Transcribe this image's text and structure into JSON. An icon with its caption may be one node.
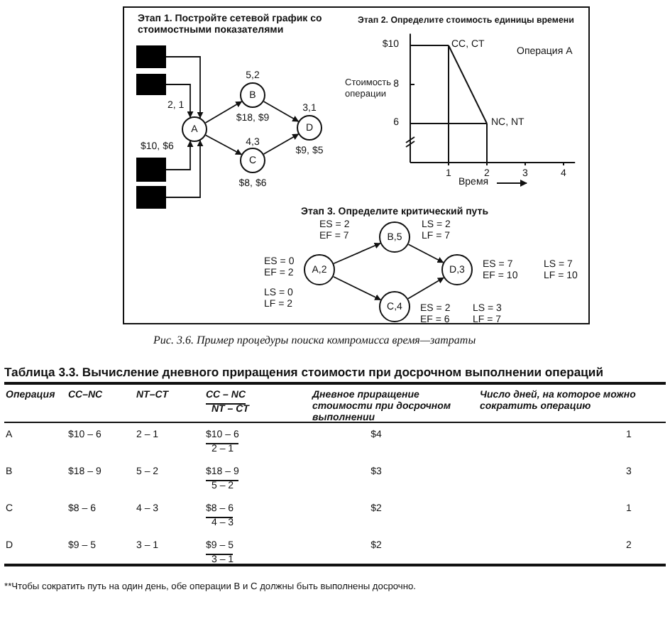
{
  "diagram": {
    "caption": "Рис. 3.6. Пример процедуры поиска компромисса время—затраты",
    "nodes": [
      {
        "text": [],
        "shape": "box"
      },
      {
        "text": [],
        "shape": "box"
      },
      {
        "text": [],
        "shape": "box"
      },
      {
        "text": [],
        "shape": "box"
      },
      {
        "text": [
          "A"
        ],
        "beside": [
          "2, 1",
          "$10, $6"
        ]
      },
      {
        "text": [
          "B"
        ],
        "beside": [
          "5,2",
          "$18, $9"
        ]
      },
      {
        "text": [
          "C"
        ],
        "beside": [
          "4,3",
          "$8, $6"
        ]
      },
      {
        "text": [
          "D"
        ],
        "beside": [
          "3,1",
          "$9, $5"
        ]
      },
      {
        "text": [
          "A,2"
        ],
        "beside": [
          "ES = 0",
          "EF = 2",
          "LS = 0",
          "LF = 2"
        ]
      },
      {
        "text": [
          "B,5"
        ],
        "beside": [
          "ES = 2",
          "EF = 7",
          "LS = 2",
          "LF = 7"
        ]
      },
      {
        "text": [
          "C,4"
        ],
        "beside": [
          "ES = 2",
          "EF = 6",
          "LS = 3",
          "LF = 7"
        ]
      },
      {
        "text": [
          "D,3"
        ],
        "beside": [
          "ES = 7",
          "EF = 10",
          "LS = 7",
          "LF = 10"
        ]
      }
    ],
    "edges": [
      {
        "from": 0,
        "to": 4,
        "arrow": "to"
      },
      {
        "from": 1,
        "to": 4,
        "arrow": "to"
      },
      {
        "from": 2,
        "to": 4,
        "arrow": "to"
      },
      {
        "from": 3,
        "to": 4,
        "arrow": "to"
      },
      {
        "from": 4,
        "to": 5,
        "arrow": "to"
      },
      {
        "from": 4,
        "to": 6,
        "arrow": "to"
      },
      {
        "from": 5,
        "to": 7,
        "arrow": "to"
      },
      {
        "from": 6,
        "to": 7,
        "arrow": "to"
      },
      {
        "from": 8,
        "to": 9,
        "arrow": "to"
      },
      {
        "from": 8,
        "to": 10,
        "arrow": "to"
      },
      {
        "from": 9,
        "to": 11,
        "arrow": "to"
      },
      {
        "from": 10,
        "to": 11,
        "arrow": "to"
      }
    ],
    "labels": [
      "Этап 1. Постройте сетевой график со стоимостными показателями",
      "Этап 3. Определите критический путь",
      "Таблица 3.3. Вычисление дневного приращения стоимости при досрочном выполнении операций",
      "Операция",
      "CC–NC",
      "NT–CT",
      "CC – NC",
      "NT – CT",
      "Дневное приращение стоимости при досрочном выполнении",
      "Число дней, на которое можно сократить операцию",
      "A",
      "$10 – 6",
      "2 – 1",
      "$10 – 6",
      "2 – 1",
      "$4",
      "1",
      "B",
      "$18 – 9",
      "5 – 2",
      "$18 – 9",
      "5 – 2",
      "$3",
      "3",
      "C",
      "$8 – 6",
      "4 – 3",
      "$8 – 6",
      "4 – 3",
      "$2",
      "1",
      "D",
      "$9 – 5",
      "3 – 1",
      "$9 – 5",
      "3 – 1",
      "$2",
      "2",
      "**Чтобы сократить путь на один день, обе операции B и C должны быть выполнены досрочно."
    ],
    "chart_data": {
      "type": "line",
      "title": "Этап 2. Определите стоимость единицы времени",
      "xlabel": "Время",
      "ylabel": "Стоимость операции",
      "x": [
        1,
        2
      ],
      "series": [
        {
          "values": [
            10,
            6
          ]
        }
      ],
      "xlim": [
        0,
        4.3
      ],
      "ylim": [
        4,
        10.6
      ],
      "xticks": [
        1,
        2,
        3,
        4
      ],
      "yticks": [
        6,
        8,
        {
          "value": 10,
          "label": "$10"
        }
      ],
      "annotations": [
        "CC, CT",
        "NC, NT",
        "Операция A"
      ]
    }
  }
}
